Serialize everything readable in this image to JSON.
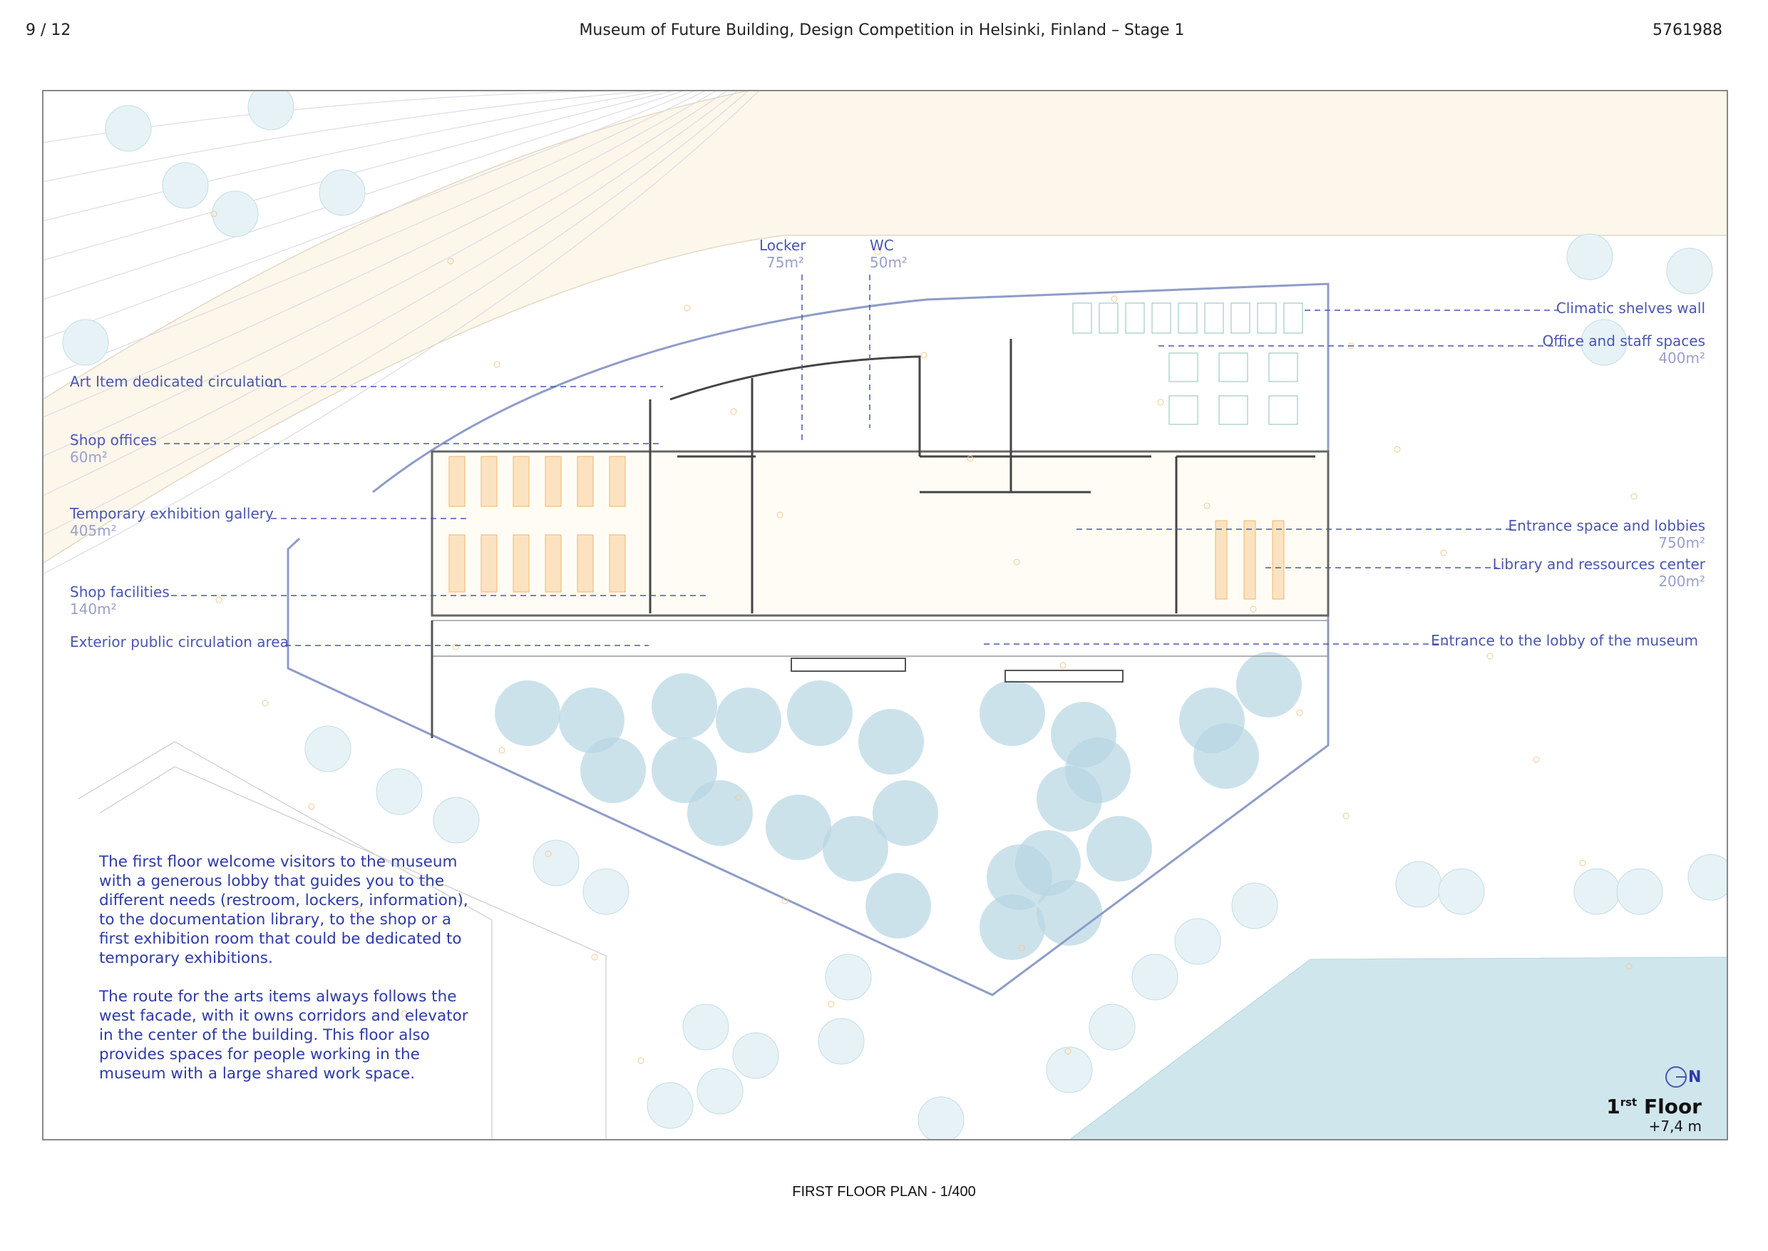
{
  "header": {
    "page": "9 / 12",
    "title": "Museum of Future Building, Design Competition in Helsinki, Finland – Stage 1",
    "id": "5761988"
  },
  "labels_left": [
    {
      "name": "Art Item dedicated circulation",
      "area": ""
    },
    {
      "name": "Shop offices",
      "area": "60m²"
    },
    {
      "name": "Temporary exhibition gallery",
      "area": "405m²"
    },
    {
      "name": "Shop facilities",
      "area": "140m²"
    },
    {
      "name": "Exterior public circulation area",
      "area": ""
    }
  ],
  "labels_right": [
    {
      "name": "Climatic shelves wall",
      "area": ""
    },
    {
      "name": "Office and staff spaces",
      "area": "400m²"
    },
    {
      "name": "Entrance space and lobbies",
      "area": "750m²"
    },
    {
      "name": "Library and ressources center",
      "area": "200m²"
    },
    {
      "name": "Entrance to the lobby of the museum",
      "area": ""
    }
  ],
  "labels_top": [
    {
      "name": "Locker",
      "area": "75m²"
    },
    {
      "name": "WC",
      "area": "50m²"
    }
  ],
  "description": [
    "The first floor welcome visitors to the museum with a generous lobby that guides you to the different needs (restroom, lockers, information), to the documentation library, to the shop or a first exhibition room that could be dedicated to temporary exhibitions.",
    "The route for the arts items always follows the west facade, with it owns corridors and elevator in the center of the building. This floor also provides spaces for people working in the museum with a large shared work space."
  ],
  "north": "N",
  "floor": {
    "name": "1",
    "sup": "rst",
    "word": "Floor",
    "elevation": "+7,4 m"
  },
  "caption": "FIRST FLOOR PLAN - 1/400",
  "colors": {
    "label": "#4a56b0",
    "water": "#cfe6ec",
    "tree": "#a9cfdc",
    "wood": "#f7c98a"
  }
}
